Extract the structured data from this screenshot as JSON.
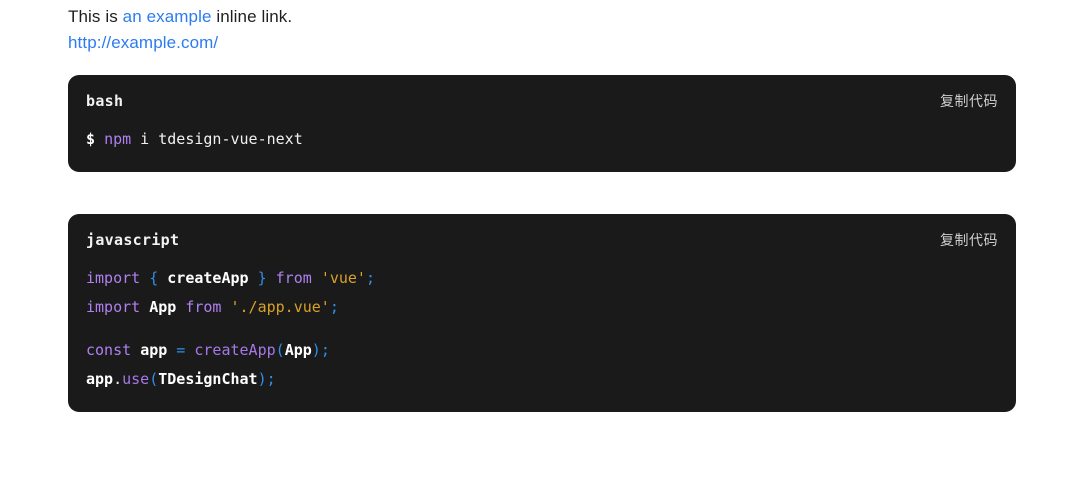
{
  "page": {
    "background": "#ffffff",
    "link_color": "#2b7cf0",
    "code_background": "#1a1a1a"
  },
  "prose": {
    "line1": {
      "before": "This is ",
      "link_text": "an example",
      "after": " inline link."
    },
    "line2": {
      "link_text": "http://example.com/"
    }
  },
  "code_blocks": [
    {
      "language": "bash",
      "copy_label": "复制代码",
      "lines": [
        [
          {
            "text": "$ ",
            "class": "t-prompt"
          },
          {
            "text": "npm",
            "class": "t-kw"
          },
          {
            "text": " i tdesign-vue-next",
            "class": "t-cmd"
          }
        ]
      ]
    },
    {
      "language": "javascript",
      "copy_label": "复制代码",
      "lines": [
        [
          {
            "text": "import ",
            "class": "t-kw"
          },
          {
            "text": "{ ",
            "class": "t-punc"
          },
          {
            "text": "createApp",
            "class": "t-ident"
          },
          {
            "text": " }",
            "class": "t-punc"
          },
          {
            "text": " from ",
            "class": "t-kw"
          },
          {
            "text": "'vue'",
            "class": "t-str"
          },
          {
            "text": ";",
            "class": "t-punc"
          }
        ],
        [
          {
            "text": "import ",
            "class": "t-kw"
          },
          {
            "text": "App",
            "class": "t-ident"
          },
          {
            "text": " from ",
            "class": "t-kw"
          },
          {
            "text": "'./app.vue'",
            "class": "t-str"
          },
          {
            "text": ";",
            "class": "t-punc"
          }
        ],
        [],
        [
          {
            "text": "const ",
            "class": "t-kw"
          },
          {
            "text": "app",
            "class": "t-ident"
          },
          {
            "text": " = ",
            "class": "t-punc"
          },
          {
            "text": "createApp",
            "class": "t-fn"
          },
          {
            "text": "(",
            "class": "t-punc"
          },
          {
            "text": "App",
            "class": "t-ident"
          },
          {
            "text": ")",
            "class": "t-punc"
          },
          {
            "text": ";",
            "class": "t-punc"
          }
        ],
        [
          {
            "text": "app",
            "class": "t-ident"
          },
          {
            "text": ".",
            "class": "t-dot"
          },
          {
            "text": "use",
            "class": "t-fn"
          },
          {
            "text": "(",
            "class": "t-punc"
          },
          {
            "text": "TDesignChat",
            "class": "t-ident"
          },
          {
            "text": ")",
            "class": "t-punc"
          },
          {
            "text": ";",
            "class": "t-punc"
          }
        ]
      ]
    }
  ]
}
